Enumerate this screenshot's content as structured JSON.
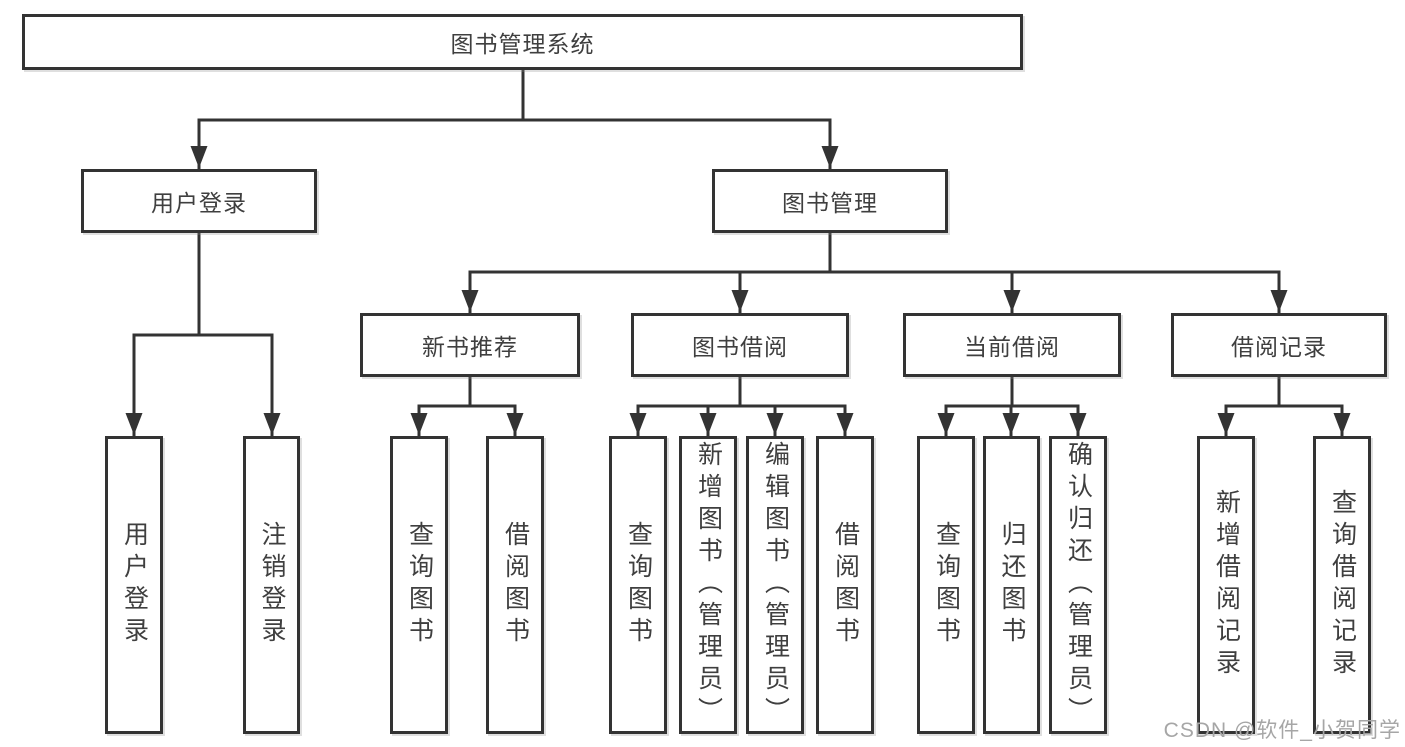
{
  "title": "图书管理系统",
  "watermark": "CSDN @软件_小贺同学",
  "colors": {
    "line": "#333333",
    "text": "#3f3f3f",
    "boxbg": "#ffffff",
    "canvasbg": "#ffffff",
    "watermark": "#a6a6a6"
  },
  "level2": [
    {
      "label": "用户登录"
    },
    {
      "label": "图书管理"
    }
  ],
  "level3": [
    {
      "label": "新书推荐"
    },
    {
      "label": "图书借阅"
    },
    {
      "label": "当前借阅"
    },
    {
      "label": "借阅记录"
    }
  ],
  "leaves": [
    {
      "label": "用户登录"
    },
    {
      "label": "注销登录"
    },
    {
      "label": "查询图书"
    },
    {
      "label": "借阅图书"
    },
    {
      "label": "查询图书"
    },
    {
      "label": "新增图书（管理员）"
    },
    {
      "label": "编辑图书（管理员）"
    },
    {
      "label": "借阅图书"
    },
    {
      "label": "查询图书"
    },
    {
      "label": "归还图书"
    },
    {
      "label": "确认归还（管理员）"
    },
    {
      "label": "新增借阅记录"
    },
    {
      "label": "查询借阅记录"
    }
  ]
}
